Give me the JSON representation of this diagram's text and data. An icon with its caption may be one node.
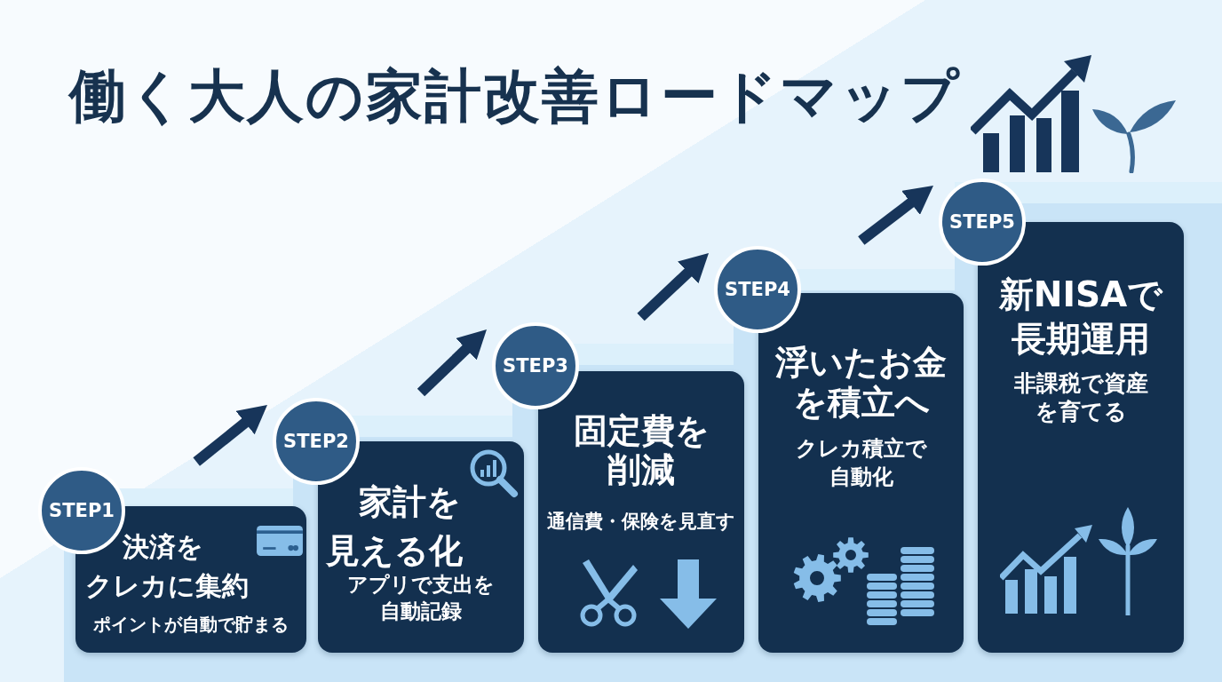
{
  "diagram": {
    "title": "働く大人の家計改善ロードマップ",
    "nodes": [
      {
        "text": [
          "STEP1",
          "決済をクレカに集約",
          "ポイントが自動で貯まる"
        ]
      },
      {
        "text": [
          "STEP2",
          "家計を見える化",
          "アプリで支出を自動記録"
        ]
      },
      {
        "text": [
          "STEP3",
          "固定費を削減",
          "通信費・保険を見直す"
        ]
      },
      {
        "text": [
          "STEP4",
          "浮いたお金を積立へ",
          "クレカ積立で自動化"
        ]
      },
      {
        "text": [
          "STEP5",
          "新NISAで長期運用",
          "非課税で資産を育てる"
        ]
      }
    ],
    "edges": [
      {
        "from": 0,
        "to": 1,
        "arrow": "to"
      },
      {
        "from": 1,
        "to": 2,
        "arrow": "to"
      },
      {
        "from": 2,
        "to": 3,
        "arrow": "to"
      },
      {
        "from": 3,
        "to": 4,
        "arrow": "to"
      }
    ]
  }
}
